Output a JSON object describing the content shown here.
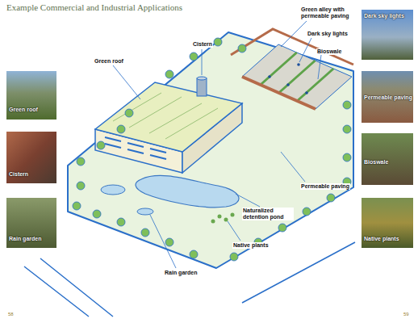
{
  "diagram": {
    "title": "Example Commercial and Industrial Applications",
    "labels": [
      "Green alley with permeable paving",
      "Dark sky lights",
      "Bioswale",
      "Cistern",
      "Green roof",
      "Permeable paving",
      "Naturalized detention pond",
      "Native plants",
      "Rain garden",
      "Green roof",
      "Cistern",
      "Rain garden",
      "Dark sky lights",
      "Permeable paving",
      "Bioswale",
      "Native plants",
      "58",
      "59"
    ]
  }
}
